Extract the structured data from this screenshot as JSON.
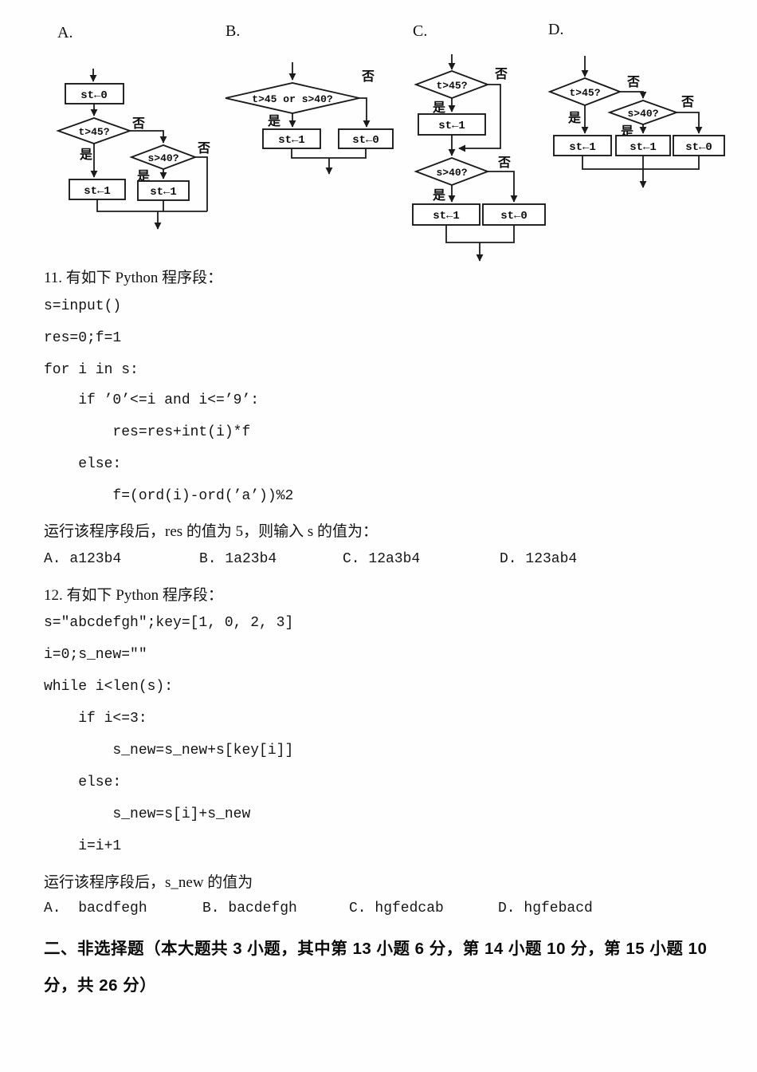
{
  "flowcharts": {
    "label_a": "A.",
    "label_b": "B.",
    "label_c": "C.",
    "label_d": "D.",
    "yes": "是",
    "no": "否",
    "st0": "st←0",
    "st1": "st←1",
    "cond_t": "t>45?",
    "cond_s": "s>40?",
    "cond_ts": "t>45 or s>40?"
  },
  "q11": {
    "heading": "11. 有如下 Python 程序段：",
    "code_lines": [
      "s=input()",
      "res=0;f=1",
      "for i in s:",
      "    if ’0’<=i and i<=’9’:",
      "        res=res+int(i)*f",
      "    else:",
      "        f=(ord(i)-ord(’a’))%2"
    ],
    "question": "运行该程序段后，res 的值为 5，则输入 s 的值为：",
    "options": [
      "A. a123b4",
      "B. 1a23b4",
      "C. 12a3b4",
      "D. 123ab4"
    ]
  },
  "q12": {
    "heading": "12. 有如下 Python 程序段：",
    "code_lines": [
      "s=″abcdefgh″;key=[1, 0, 2, 3]",
      "i=0;s_new=″″",
      "while i<len(s):",
      "    if i<=3:",
      "        s_new=s_new+s[key[i]]",
      "    else:",
      "        s_new=s[i]+s_new",
      "    i=i+1"
    ],
    "question": "运行该程序段后，s_new 的值为",
    "options": [
      "A.  bacdfegh",
      "B. bacdefgh",
      "C. hgfedcab",
      "D. hgfebacd"
    ]
  },
  "section2": {
    "line1": "二、非选择题（本大题共 3 小题，其中第 13 小题 6 分，第 14 小题 10 分，第 15 小题 10",
    "line2": "分，共 26 分）"
  }
}
